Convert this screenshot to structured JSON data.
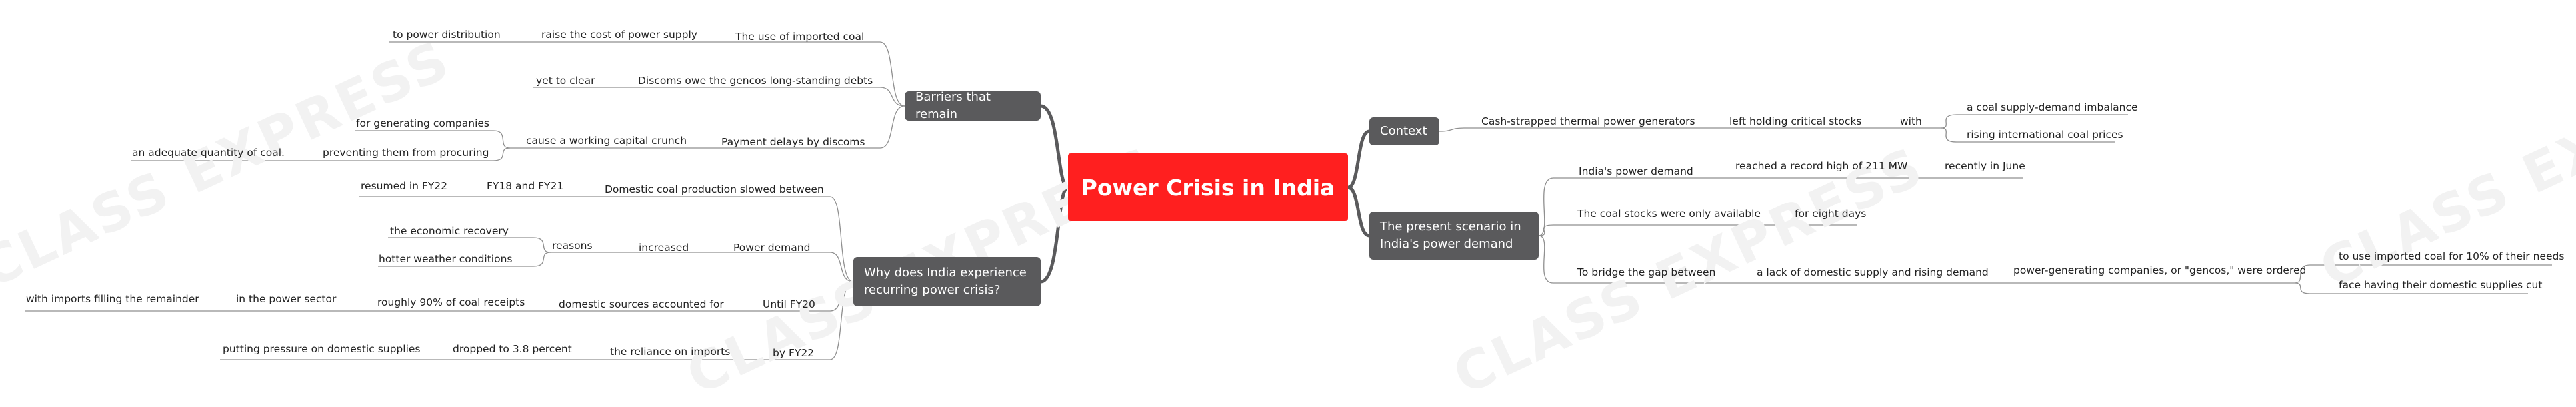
{
  "center": {
    "title": "Power Crisis in India"
  },
  "watermark": "CLASS EXPRESS",
  "branches": {
    "context": {
      "label": "Context",
      "l1": "Cash-strapped thermal power generators",
      "l2": "left holding critical stocks",
      "l3": "with",
      "l4a": "a coal supply-demand imbalance",
      "l4b": "rising international coal prices"
    },
    "scenario": {
      "label": "The present scenario in India's power demand",
      "demand": "India's power demand",
      "record": "reached a record high of 211 MW",
      "june": "recently in June",
      "stocks": "The coal stocks were only available",
      "eight": "for eight days",
      "bridge": "To bridge the gap between",
      "lack": "a lack of domestic supply and rising demand",
      "ordered": "power-generating companies, or \"gencos,\" were ordered",
      "imported": "to use imported coal for 10% of their needs",
      "cut": "face having their domestic supplies cut"
    },
    "barriers": {
      "label": "Barriers that remain",
      "use": "The use of imported coal",
      "raise": "raise the cost of power supply",
      "distribution": "to power distribution",
      "discoms": "Discoms owe the gencos long-standing debts",
      "yet": "yet to clear",
      "payment": "Payment delays by discoms",
      "crunch": "cause a working capital crunch",
      "generating": "for generating companies",
      "preventing": "preventing them from procuring",
      "adequate": "an adequate quantity of coal."
    },
    "why": {
      "label": "Why does India experience recurring power crisis?",
      "slowed": "Domestic coal production slowed between",
      "fy18": "FY18 and FY21",
      "resumed": "resumed in FY22",
      "power_demand": "Power demand",
      "increased": "increased",
      "reasons": "reasons",
      "recovery": "the economic recovery",
      "hotter": "hotter weather conditions",
      "until": "Until FY20",
      "domestic": "domestic sources accounted for",
      "ninety": "roughly 90% of coal receipts",
      "sector": "in the power sector",
      "remainder": "with imports filling the remainder",
      "byfy22": "by FY22",
      "reliance": "the reliance on imports",
      "dropped": "dropped to 3.8 percent",
      "pressure": "putting pressure on domestic supplies"
    }
  }
}
